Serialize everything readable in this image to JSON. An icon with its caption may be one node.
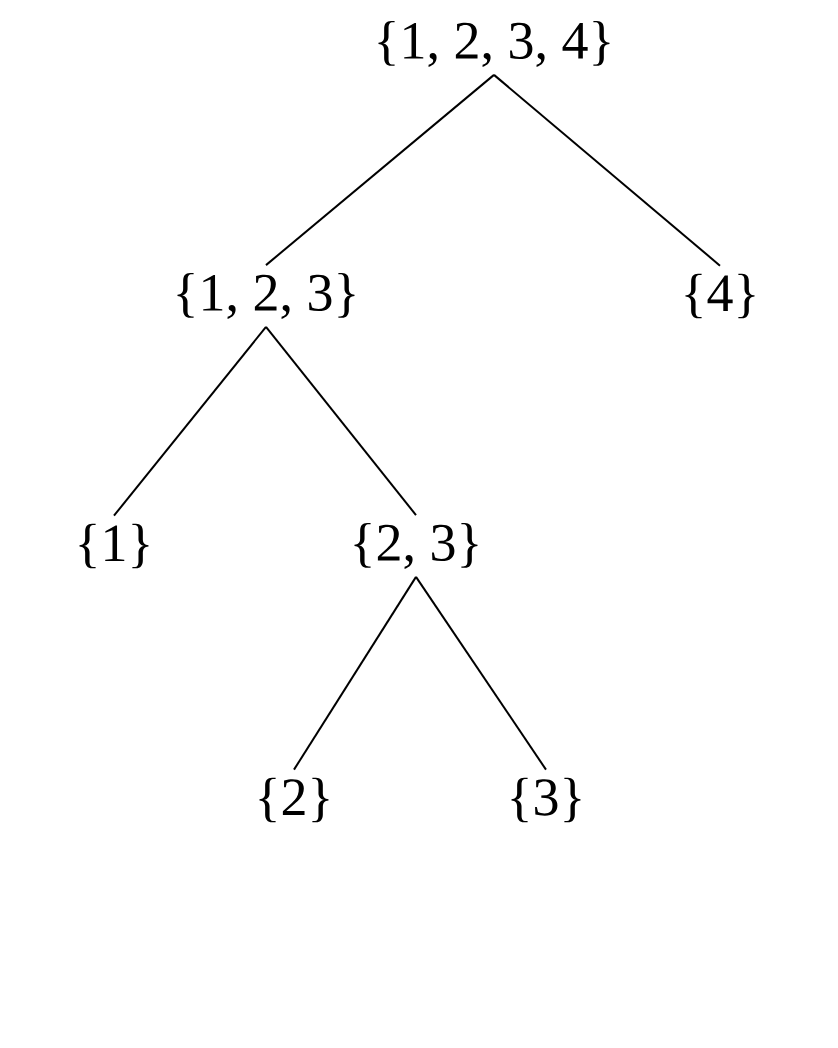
{
  "diagram": {
    "nodes": [
      {
        "text": [
          "{1, 2, 3, 4}"
        ]
      },
      {
        "text": [
          "{1, 2, 3}"
        ]
      },
      {
        "text": [
          "{4}"
        ]
      },
      {
        "text": [
          "{1}"
        ]
      },
      {
        "text": [
          "{2, 3}"
        ]
      },
      {
        "text": [
          "{2}"
        ]
      },
      {
        "text": [
          "{3}"
        ]
      }
    ],
    "edges": [
      {
        "from": 0,
        "to": 1,
        "arrow": "none"
      },
      {
        "from": 0,
        "to": 2,
        "arrow": "none"
      },
      {
        "from": 1,
        "to": 3,
        "arrow": "none"
      },
      {
        "from": 1,
        "to": 4,
        "arrow": "none"
      },
      {
        "from": 4,
        "to": 5,
        "arrow": "none"
      },
      {
        "from": 4,
        "to": 6,
        "arrow": "none"
      }
    ]
  }
}
